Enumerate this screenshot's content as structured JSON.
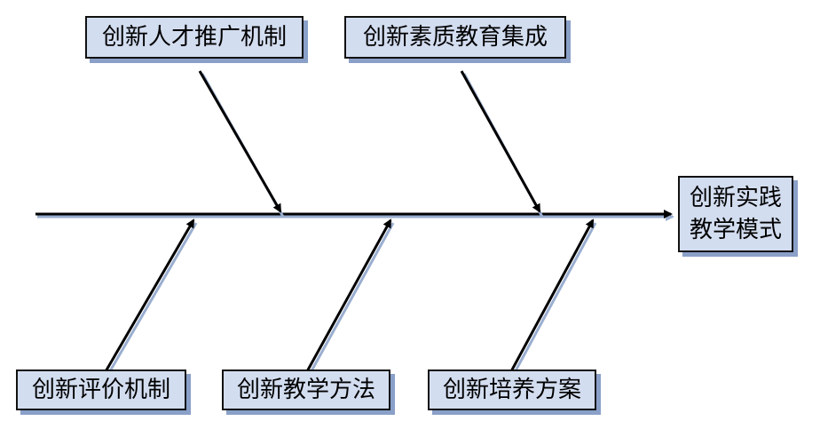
{
  "head": {
    "line1": "创新实践",
    "line2": "教学模式"
  },
  "causes_top": [
    {
      "label": "创新人才推广机制"
    },
    {
      "label": "创新素质教育集成"
    }
  ],
  "causes_bottom": [
    {
      "label": "创新评价机制"
    },
    {
      "label": "创新教学方法"
    },
    {
      "label": "创新培养方案"
    }
  ],
  "colors": {
    "box_fill": "#d3ddf0",
    "box_border": "#111111",
    "box_shadow": "#8aa0c8",
    "line": "#000000",
    "line_shadow": "#9aaed0"
  }
}
